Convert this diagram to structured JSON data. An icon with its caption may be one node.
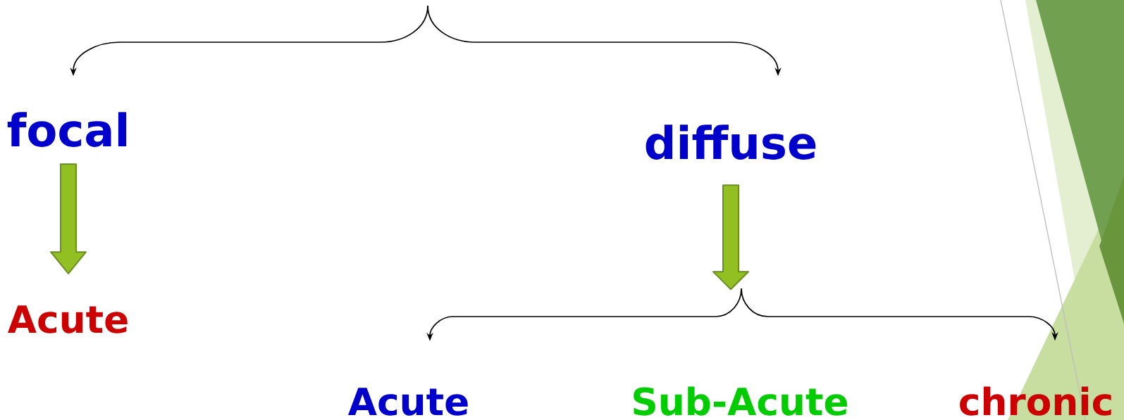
{
  "diagram": {
    "nodes": [
      {
        "text": [
          "focal"
        ]
      },
      {
        "text": [
          "diffuse"
        ]
      },
      {
        "text": [
          "Acute"
        ]
      },
      {
        "text": [
          "Acute"
        ]
      },
      {
        "text": [
          "Sub-Acute"
        ]
      },
      {
        "text": [
          "chronic"
        ]
      }
    ],
    "edges": [
      {
        "from": null,
        "to": 0,
        "arrow": "to"
      },
      {
        "from": null,
        "to": 1,
        "arrow": "to"
      },
      {
        "from": 0,
        "to": 2,
        "arrow": "to",
        "style": "thick",
        "color": "#92c023"
      },
      {
        "from": 1,
        "to": null,
        "arrow": "to",
        "style": "thick",
        "color": "#92c023"
      },
      {
        "from": null,
        "to": 3,
        "arrow": "to"
      },
      {
        "from": null,
        "to": 5,
        "arrow": "to"
      }
    ]
  }
}
